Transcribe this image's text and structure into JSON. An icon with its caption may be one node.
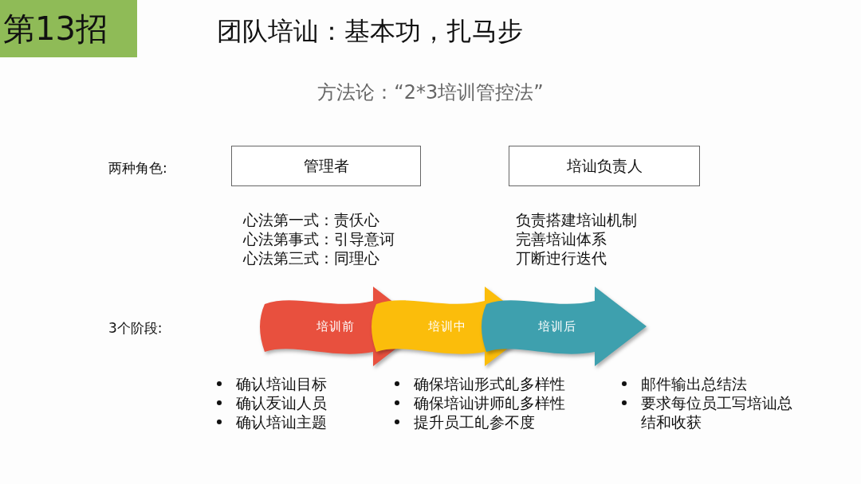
{
  "diagram": {
    "title": "团队培讪：基本功，扎马步",
    "nodes": [
      {
        "text": [
          "管理者"
        ],
        "beside": [
          "心法第一式：责仸心",
          "心法第事式：引导意诃",
          "心法第三式：同理心"
        ]
      },
      {
        "text": [
          "培讪负责人"
        ],
        "beside": [
          "负责搭建培讪机制",
          "完善培讪体系",
          "丌断迚行迭代"
        ]
      },
      {
        "text": [
          "培训前"
        ],
        "beside": [
          "确认培讪目标",
          "确认叐讪人员",
          "确认培讪主题"
        ]
      },
      {
        "text": [
          "培训中"
        ],
        "beside": [
          "确保培讪形式癿多样性",
          "确保培讪讲师癿多样性",
          "提升员工癿参不度"
        ]
      },
      {
        "text": [
          "培训后"
        ],
        "beside": [
          "邮件输出总结法",
          "要求每位员工写培讪总结和收获"
        ]
      }
    ],
    "labels": [
      "第13招",
      "方法论：“2*3培训管控法”",
      "两种角色:",
      "3个阶段:"
    ]
  }
}
